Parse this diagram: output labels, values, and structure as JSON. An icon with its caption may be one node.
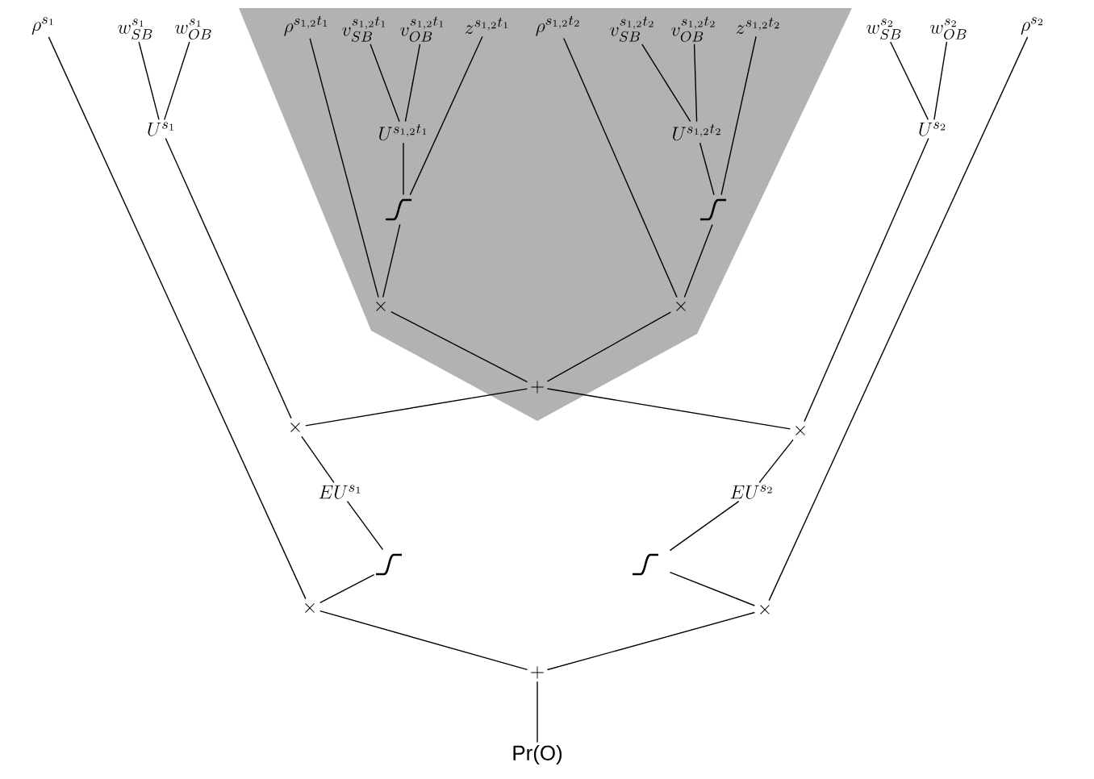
{
  "diagram": {
    "nodes": [
      {
        "text": [
          "\\rho^{s_1}"
        ]
      },
      {
        "text": [
          "w^{s_1}_{SB}"
        ]
      },
      {
        "text": [
          "w^{s_1}_{OB}"
        ]
      },
      {
        "text": [
          "\\rho^{s_{1,2}t_1}"
        ]
      },
      {
        "text": [
          "v^{s_{1,2}t_1}_{SB}"
        ]
      },
      {
        "text": [
          "v^{s_{1,2}t_1}_{OB}"
        ]
      },
      {
        "text": [
          "z^{s_{1,2}t_1}"
        ]
      },
      {
        "text": [
          "\\rho^{s_{1,2}t_2}"
        ]
      },
      {
        "text": [
          "v^{s_{1,2}t_2}_{SB}"
        ]
      },
      {
        "text": [
          "v^{s_{1,2}t_2}_{OB}"
        ]
      },
      {
        "text": [
          "z^{s_{1,2}t_2}"
        ]
      },
      {
        "text": [
          "w^{s_2}_{SB}"
        ]
      },
      {
        "text": [
          "w^{s_2}_{OB}"
        ]
      },
      {
        "text": [
          "\\rho^{s_2}"
        ]
      },
      {
        "text": [
          "U^{s_1}"
        ]
      },
      {
        "text": [
          "U^{s_{1,2}t_1}"
        ]
      },
      {
        "text": [
          "U^{s_{1,2}t_2}"
        ]
      },
      {
        "text": [
          "U^{s_2}"
        ]
      },
      {
        "text": [],
        "shape": "curve"
      },
      {
        "text": [],
        "shape": "curve"
      },
      {
        "text": [
          "\\times"
        ]
      },
      {
        "text": [
          "\\times"
        ]
      },
      {
        "text": [
          "+"
        ]
      },
      {
        "text": [
          "\\times"
        ]
      },
      {
        "text": [
          "\\times"
        ]
      },
      {
        "text": [
          "EU^{s_1}"
        ]
      },
      {
        "text": [
          "EU^{s_2}"
        ]
      },
      {
        "text": [],
        "shape": "curve"
      },
      {
        "text": [],
        "shape": "curve"
      },
      {
        "text": [
          "\\times"
        ]
      },
      {
        "text": [
          "\\times"
        ]
      },
      {
        "text": [
          "+"
        ]
      },
      {
        "text": [
          "Pr(O)"
        ]
      }
    ],
    "edges": [
      {
        "from": 1,
        "to": 14,
        "arrow": "none"
      },
      {
        "from": 2,
        "to": 14,
        "arrow": "none"
      },
      {
        "from": 4,
        "to": 15,
        "arrow": "none"
      },
      {
        "from": 5,
        "to": 15,
        "arrow": "none"
      },
      {
        "from": 8,
        "to": 16,
        "arrow": "none"
      },
      {
        "from": 9,
        "to": 16,
        "arrow": "none"
      },
      {
        "from": 11,
        "to": 17,
        "arrow": "none"
      },
      {
        "from": 12,
        "to": 17,
        "arrow": "none"
      },
      {
        "from": 15,
        "to": 18,
        "arrow": "none"
      },
      {
        "from": 6,
        "to": 18,
        "arrow": "none"
      },
      {
        "from": 16,
        "to": 19,
        "arrow": "none"
      },
      {
        "from": 10,
        "to": 19,
        "arrow": "none"
      },
      {
        "from": 3,
        "to": 20,
        "arrow": "none"
      },
      {
        "from": 18,
        "to": 20,
        "arrow": "none"
      },
      {
        "from": 7,
        "to": 21,
        "arrow": "none"
      },
      {
        "from": 19,
        "to": 21,
        "arrow": "none"
      },
      {
        "from": 20,
        "to": 22,
        "arrow": "none"
      },
      {
        "from": 21,
        "to": 22,
        "arrow": "none"
      },
      {
        "from": 14,
        "to": 23,
        "arrow": "none"
      },
      {
        "from": 22,
        "to": 23,
        "arrow": "none"
      },
      {
        "from": 22,
        "to": 24,
        "arrow": "none"
      },
      {
        "from": 17,
        "to": 24,
        "arrow": "none"
      },
      {
        "from": 23,
        "to": 25,
        "arrow": "none"
      },
      {
        "from": 24,
        "to": 26,
        "arrow": "none"
      },
      {
        "from": 25,
        "to": 27,
        "arrow": "none"
      },
      {
        "from": 26,
        "to": 28,
        "arrow": "none"
      },
      {
        "from": 0,
        "to": 29,
        "arrow": "none"
      },
      {
        "from": 27,
        "to": 29,
        "arrow": "none"
      },
      {
        "from": 13,
        "to": 30,
        "arrow": "none"
      },
      {
        "from": 28,
        "to": 30,
        "arrow": "none"
      },
      {
        "from": 29,
        "to": 31,
        "arrow": "none"
      },
      {
        "from": 30,
        "to": 31,
        "arrow": "none"
      },
      {
        "from": 31,
        "to": 32,
        "arrow": "none"
      }
    ]
  }
}
